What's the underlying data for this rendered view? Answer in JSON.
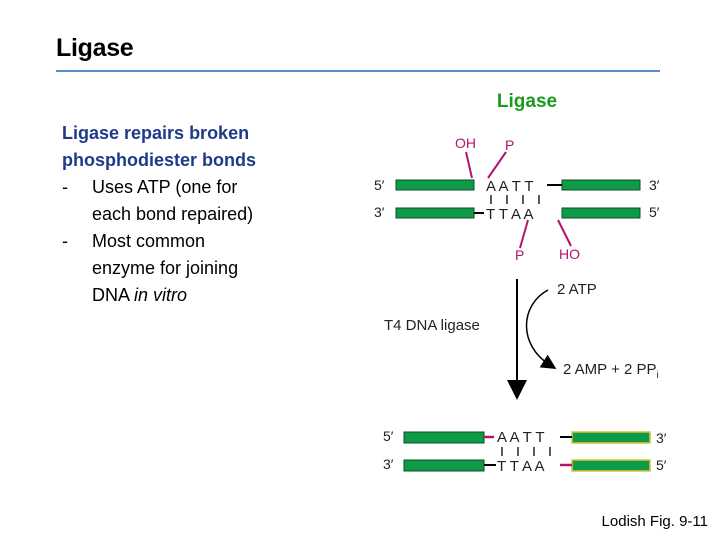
{
  "slide": {
    "title": "Ligase",
    "credit": "Lodish Fig. 9-11"
  },
  "text": {
    "lead_line_1": "Ligase repairs broken",
    "lead_line_2": "phosphodiester bonds",
    "bullet_dash": "-",
    "bullet_1_line_1": "Uses ATP (one for",
    "bullet_1_line_2": "each bond repaired)",
    "bullet_2_line_1": "Most common",
    "bullet_2_line_2": "enzyme for joining",
    "bullet_2_line_3_plain": "DNA ",
    "bullet_2_line_3_italic": "in vitro"
  },
  "figure": {
    "title": "Ligase",
    "top_strand_label_left": "5′",
    "top_strand_label_right": "3′",
    "bottom_strand_label_left": "3′",
    "bottom_strand_label_right": "5′",
    "top_sequence": "A A T T",
    "bottom_sequence": "T T A A",
    "oh_label": "OH",
    "p_label_top": "P",
    "p_label_bottom": "P",
    "ho_label": "HO",
    "enzyme_label": "T4 DNA ligase",
    "input_label": "2 ATP",
    "output_label": "2 AMP + 2 PP",
    "output_subscript": "i",
    "product_top_label_left": "5′",
    "product_top_label_right": "3′",
    "product_bottom_label_left": "3′",
    "product_bottom_label_right": "5′",
    "product_top_sequence": "A A T T",
    "product_bottom_sequence": "T T A A"
  },
  "colors": {
    "title_rule": "#5b8fc7",
    "lead_text": "#1f3a8a",
    "figure_title": "#1a9a1a",
    "dna_strand_fill": "#0f9a48",
    "dna_strand_edge": "#0a4f28",
    "bond_magenta": "#b5126e",
    "label_magenta": "#b5126e",
    "yellow_edge": "#d8c23a"
  }
}
